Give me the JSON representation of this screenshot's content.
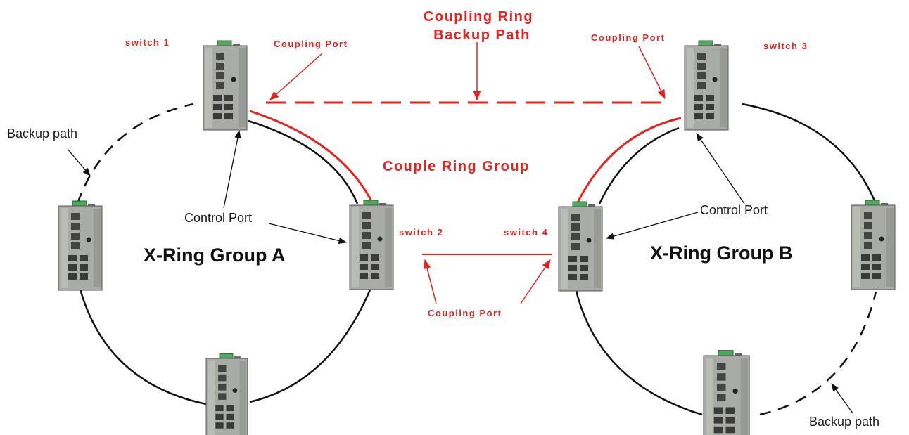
{
  "labels": {
    "switch_1": "switch 1",
    "switch_2": "switch 2",
    "switch_3": "switch 3",
    "switch_4": "switch 4",
    "coupling_port_1": "Coupling Port",
    "coupling_port_3": "Coupling Port",
    "coupling_port_mid": "Coupling Port",
    "coupling_ring_line1": "Coupling Ring",
    "coupling_ring_line2": "Backup Path",
    "couple_ring_group": "Couple Ring Group",
    "backup_path_left": "Backup path",
    "backup_path_right": "Backup path",
    "control_port_a": "Control Port",
    "control_port_b": "Control Port",
    "group_a": "X-Ring Group A",
    "group_b": "X-Ring Group B"
  },
  "colors": {
    "accent_red": "#e8231f",
    "ring_black": "#111111",
    "switch_body": "#a9aca6",
    "din_clip": "#4fa860"
  },
  "icons": {
    "device": "industrial-ethernet-switch-icon"
  }
}
